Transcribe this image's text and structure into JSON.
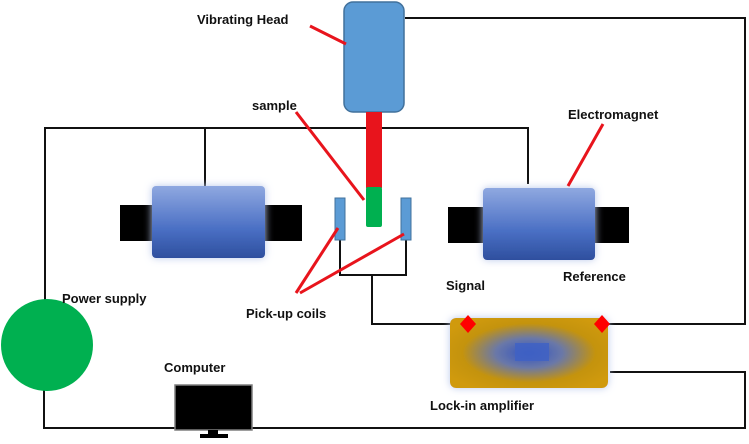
{
  "labels": {
    "vibrating_head": "Vibrating Head",
    "sample": "sample",
    "electromagnet": "Electromagnet",
    "power_supply": "Power supply",
    "signal": "Signal",
    "reference": "Reference",
    "pickup_coils": "Pick-up coils",
    "computer": "Computer",
    "lockin_amplifier": "Lock-in amplifier"
  },
  "colors": {
    "wire": "#111111",
    "pointer": "#e8141c",
    "vibrating_head": "#5b9bd5",
    "rod": "#e8141c",
    "sample": "#00b050",
    "magnet_body": "#4a72c4",
    "magnet_core": "#000000",
    "coil": "#5b9bd5",
    "power_supply": "#00b050",
    "amplifier_outer": "#c8940a",
    "amplifier_inner": "#3f62c4",
    "connector": "#ff0000",
    "computer_screen": "#000000"
  },
  "icons": {
    "computer": "monitor-icon",
    "connector": "diamond-connector-icon"
  }
}
